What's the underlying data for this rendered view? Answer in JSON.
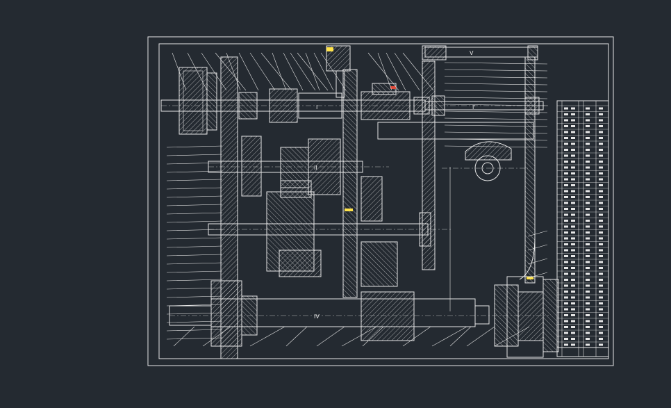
{
  "theme": {
    "background": "#242a31",
    "line": "#e6e6e6",
    "yellow": "#ffe34a",
    "red": "#e04a3a"
  },
  "drawing": {
    "shaft_labels": {
      "shaft_1_upper": "I",
      "shaft_1_right": "I'",
      "shaft_2": "II",
      "shaft_4": "IV",
      "shaft_5": "V"
    }
  }
}
